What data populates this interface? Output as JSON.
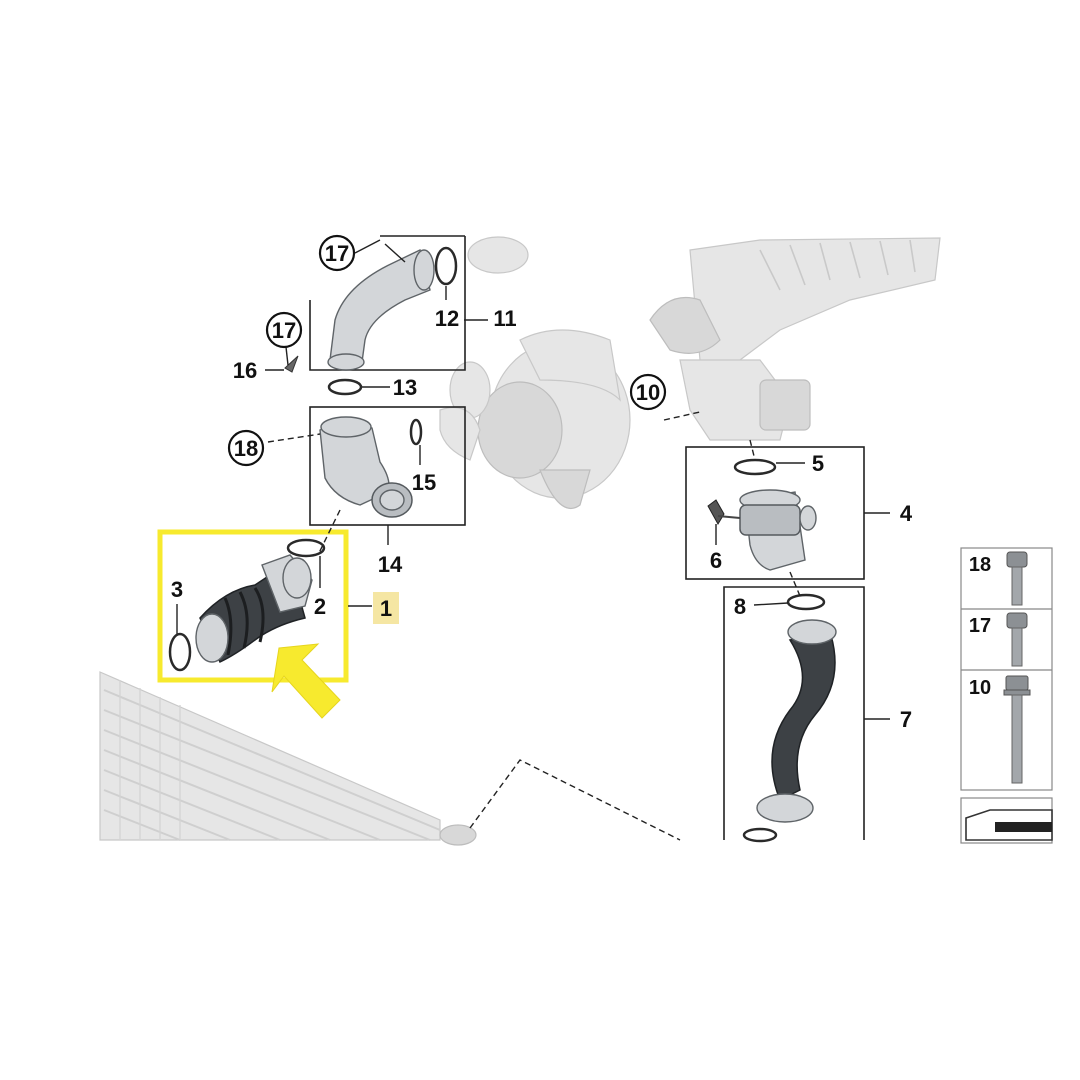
{
  "callouts": {
    "c1": "1",
    "c2": "2",
    "c3": "3",
    "c4": "4",
    "c5": "5",
    "c6": "6",
    "c7": "7",
    "c8": "8",
    "c10": "10",
    "c11": "11",
    "c12": "12",
    "c13": "13",
    "c14": "14",
    "c15": "15",
    "c16": "16",
    "c17a": "17",
    "c17b": "17",
    "c18": "18"
  },
  "legend": {
    "items": [
      {
        "label": "18",
        "icon": "bolt-socket-head-icon"
      },
      {
        "label": "17",
        "icon": "bolt-socket-head-icon"
      },
      {
        "label": "10",
        "icon": "bolt-hex-flange-icon"
      }
    ]
  },
  "highlight": {
    "color": "#f7ea2e",
    "arrow_color": "#f7ea2e",
    "label_bg": "#f5e6a3"
  }
}
